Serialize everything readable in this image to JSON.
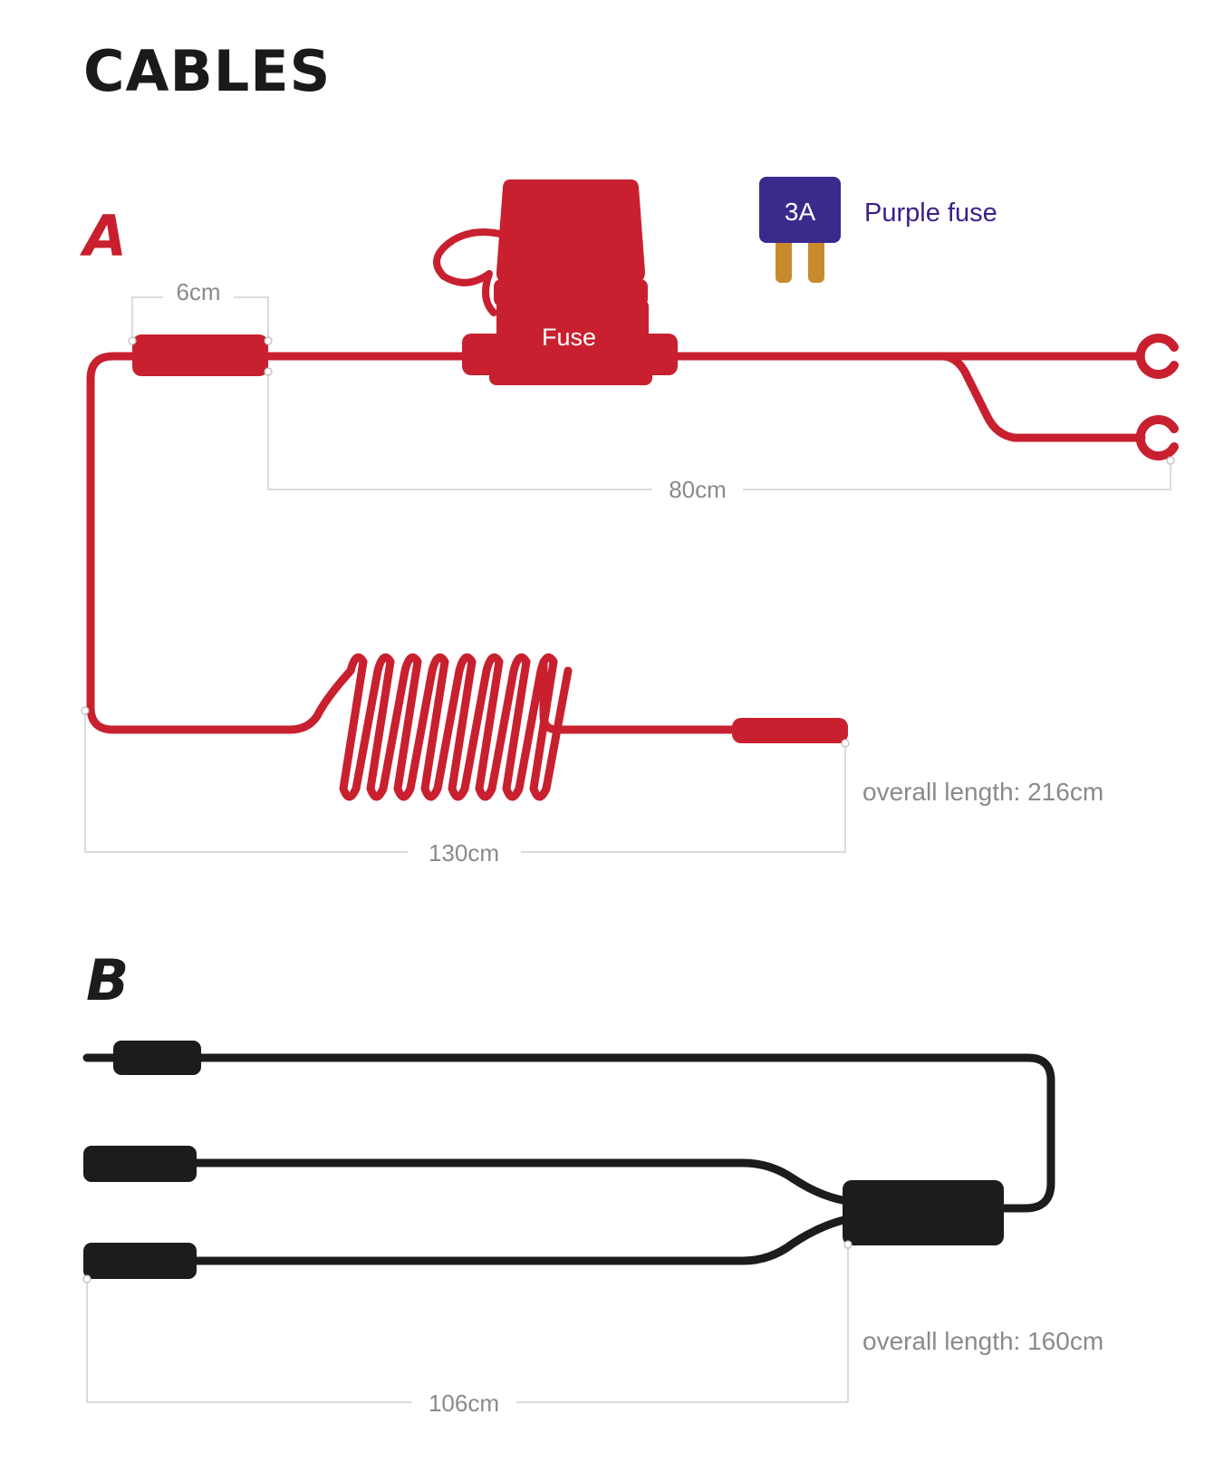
{
  "heading": "CABLES",
  "colors": {
    "red_cable": "#c8202f",
    "black_cable": "#1c1c1c",
    "purple_fuse": "#3a2a8c",
    "fuse_leg": "#c98a2e",
    "dimension": "#8a8a8a"
  },
  "cable_a": {
    "letter": "A",
    "fuse_label": "Fuse",
    "fuse_card": {
      "rating": "3A",
      "label": "Purple fuse"
    },
    "dimensions": {
      "plug": "6cm",
      "fuse_to_end": "80cm",
      "coil_run": "130cm"
    },
    "overall": "overall length: 216cm"
  },
  "cable_b": {
    "letter": "B",
    "dimensions": {
      "run": "106cm"
    },
    "overall": "overall length: 160cm"
  }
}
